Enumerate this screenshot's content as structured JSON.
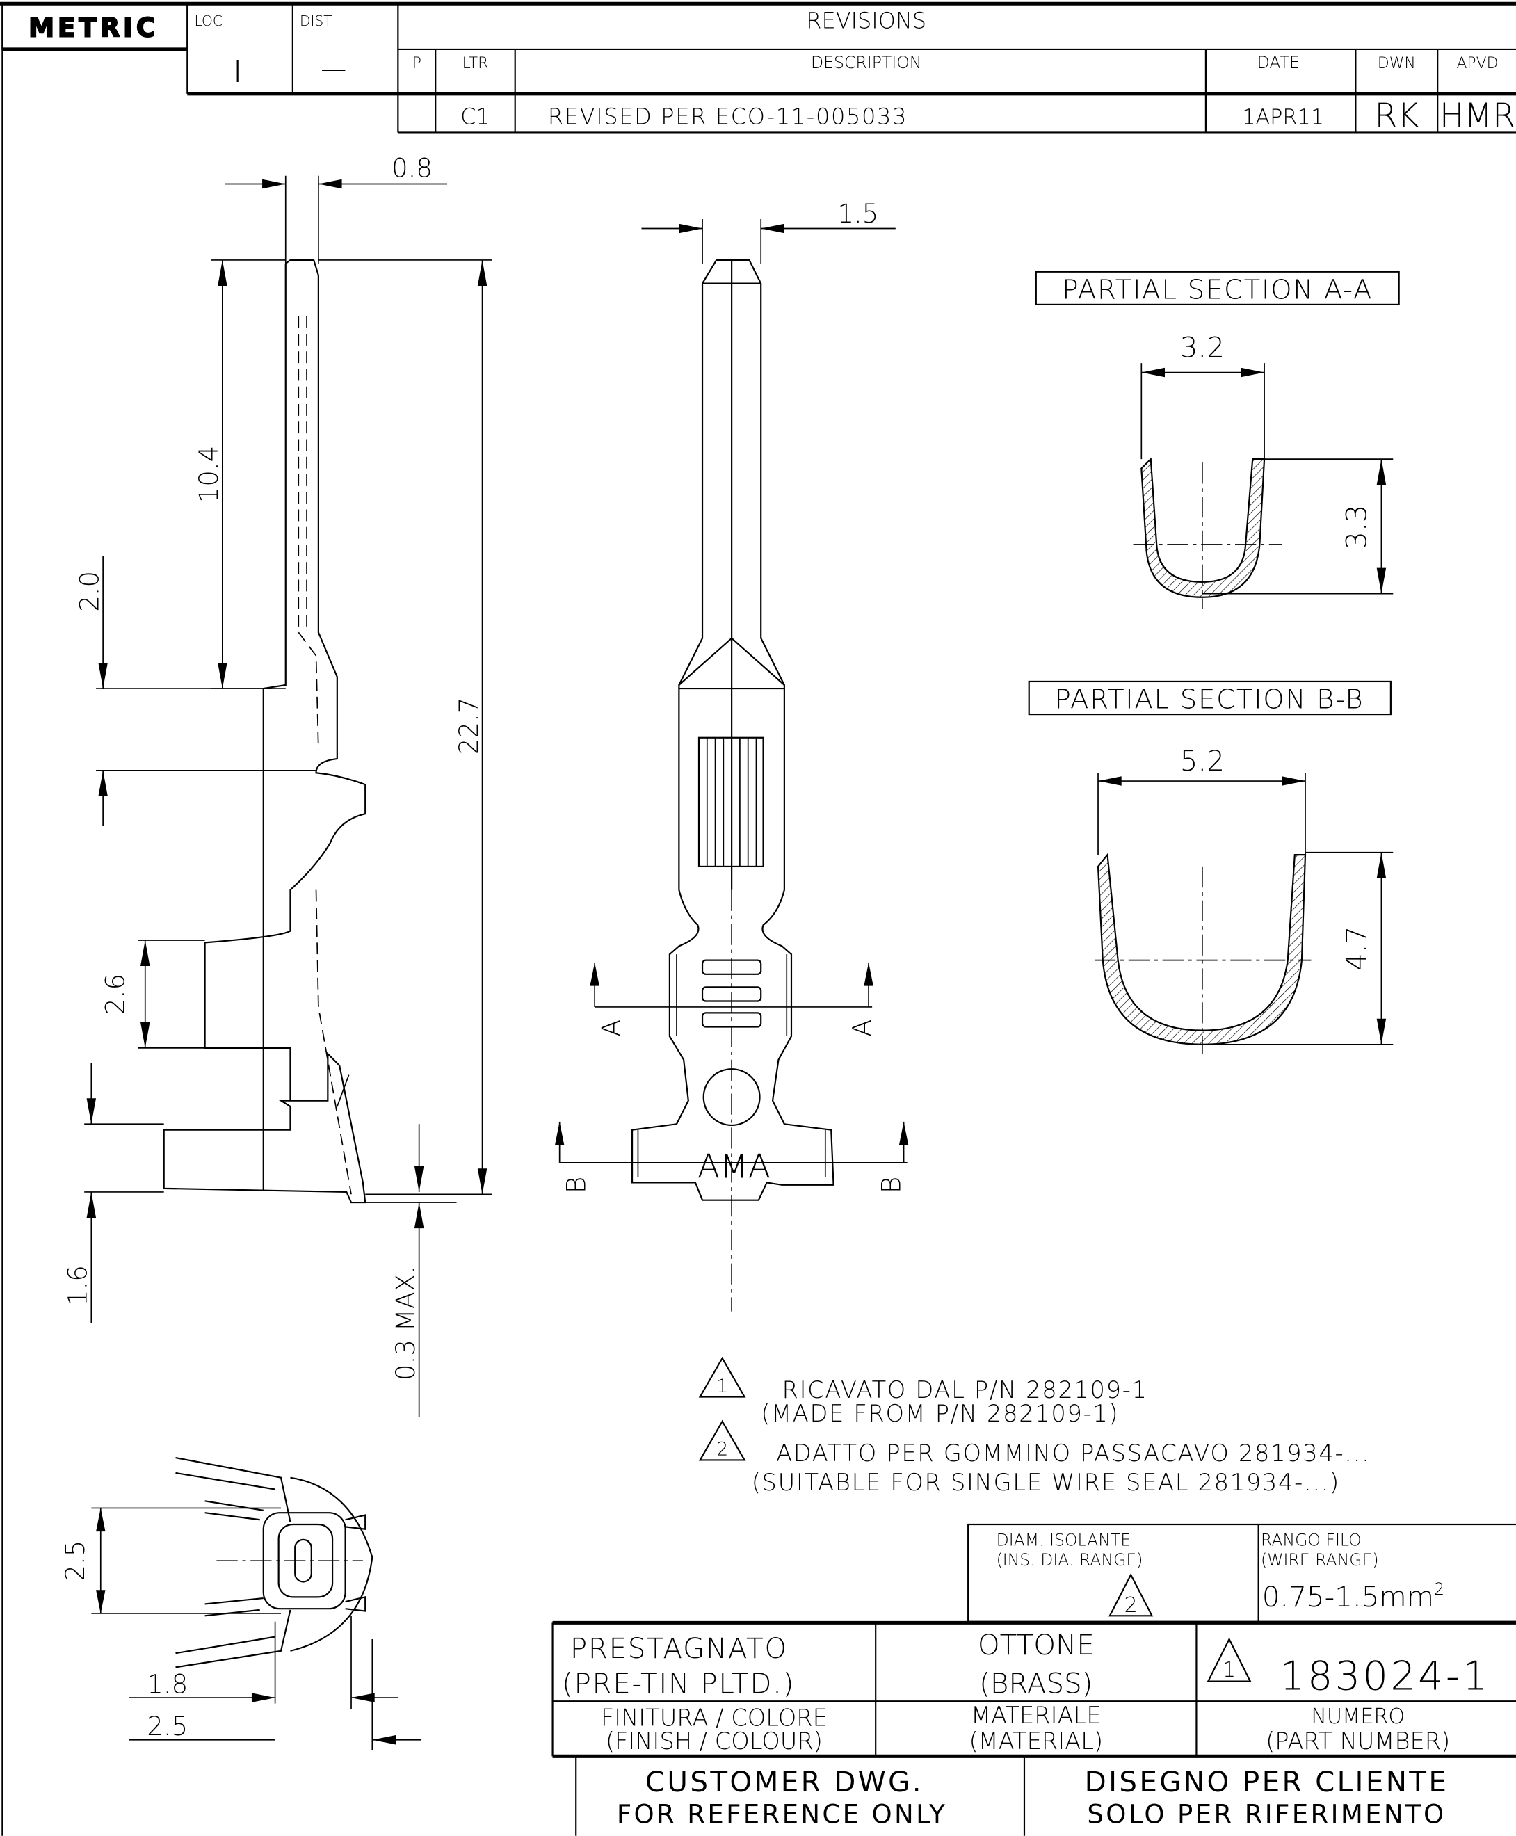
{
  "header": {
    "metric": "METRIC",
    "loc_label": "LOC",
    "loc_value": "I",
    "dist_label": "DIST",
    "dist_value": "—",
    "revisions_title": "REVISIONS",
    "columns": {
      "p": "P",
      "ltr": "LTR",
      "description": "DESCRIPTION",
      "date": "DATE",
      "dwn": "DWN",
      "apvd": "APVD"
    },
    "rows": [
      {
        "p": "",
        "ltr": "C1",
        "description": "REVISED PER ECO-11-005033",
        "date": "1APR11",
        "dwn": "RK",
        "apvd": "HMR"
      }
    ]
  },
  "dimensions": {
    "side_width": "0.8",
    "front_width": "1.5",
    "pin_length": "10.4",
    "total_length": "22.7",
    "shoulder": "2.0",
    "crimp": "2.6",
    "base": "1.6",
    "max_thickness": "0.3 MAX.",
    "end_height": "2.5",
    "end_w1": "1.8",
    "end_w2": "2.5",
    "section_a_width": "3.2",
    "section_a_height": "3.3",
    "section_b_width": "5.2",
    "section_b_height": "4.7"
  },
  "sections": {
    "a_title": "PARTIAL SECTION A-A",
    "b_title": "PARTIAL SECTION B-B",
    "a_label": "A",
    "b_label": "B",
    "logo_mark": "AMA"
  },
  "notes": [
    {
      "num": "1",
      "line1": "RICAVATO DAL P/N 282109-1",
      "line2": "(MADE FROM P/N 282109-1)"
    },
    {
      "num": "2",
      "line1": "ADATTO PER GOMMINO PASSACAVO 281934-...",
      "line2": "(SUITABLE FOR SINGLE WIRE SEAL 281934-...)"
    }
  ],
  "title_block": {
    "ins_dia_label": "DIAM. ISOLANTE",
    "ins_dia_label_en": "(INS. DIA. RANGE)",
    "ins_dia_note": "2",
    "wire_range_label": "RANGO FILO",
    "wire_range_label_en": "(WIRE RANGE)",
    "wire_range_value": "0.75-1.5mm",
    "wire_range_sup": "2",
    "finish_value": "PRESTAGNATO",
    "finish_value_en": "(PRE-TIN PLTD.)",
    "finish_label": "FINITURA / COLORE",
    "finish_label_en": "(FINISH / COLOUR)",
    "material_value": "OTTONE",
    "material_value_en": "(BRASS)",
    "material_label": "MATERIALE",
    "material_label_en": "(MATERIAL)",
    "part_note": "1",
    "part_number": "183024-1",
    "part_label": "NUMERO",
    "part_label_en": "(PART NUMBER)",
    "customer_line1": "CUSTOMER DWG.",
    "customer_line2": "FOR REFERENCE ONLY",
    "cliente_line1": "DISEGNO PER CLIENTE",
    "cliente_line2": "SOLO PER RIFERIMENTO"
  }
}
